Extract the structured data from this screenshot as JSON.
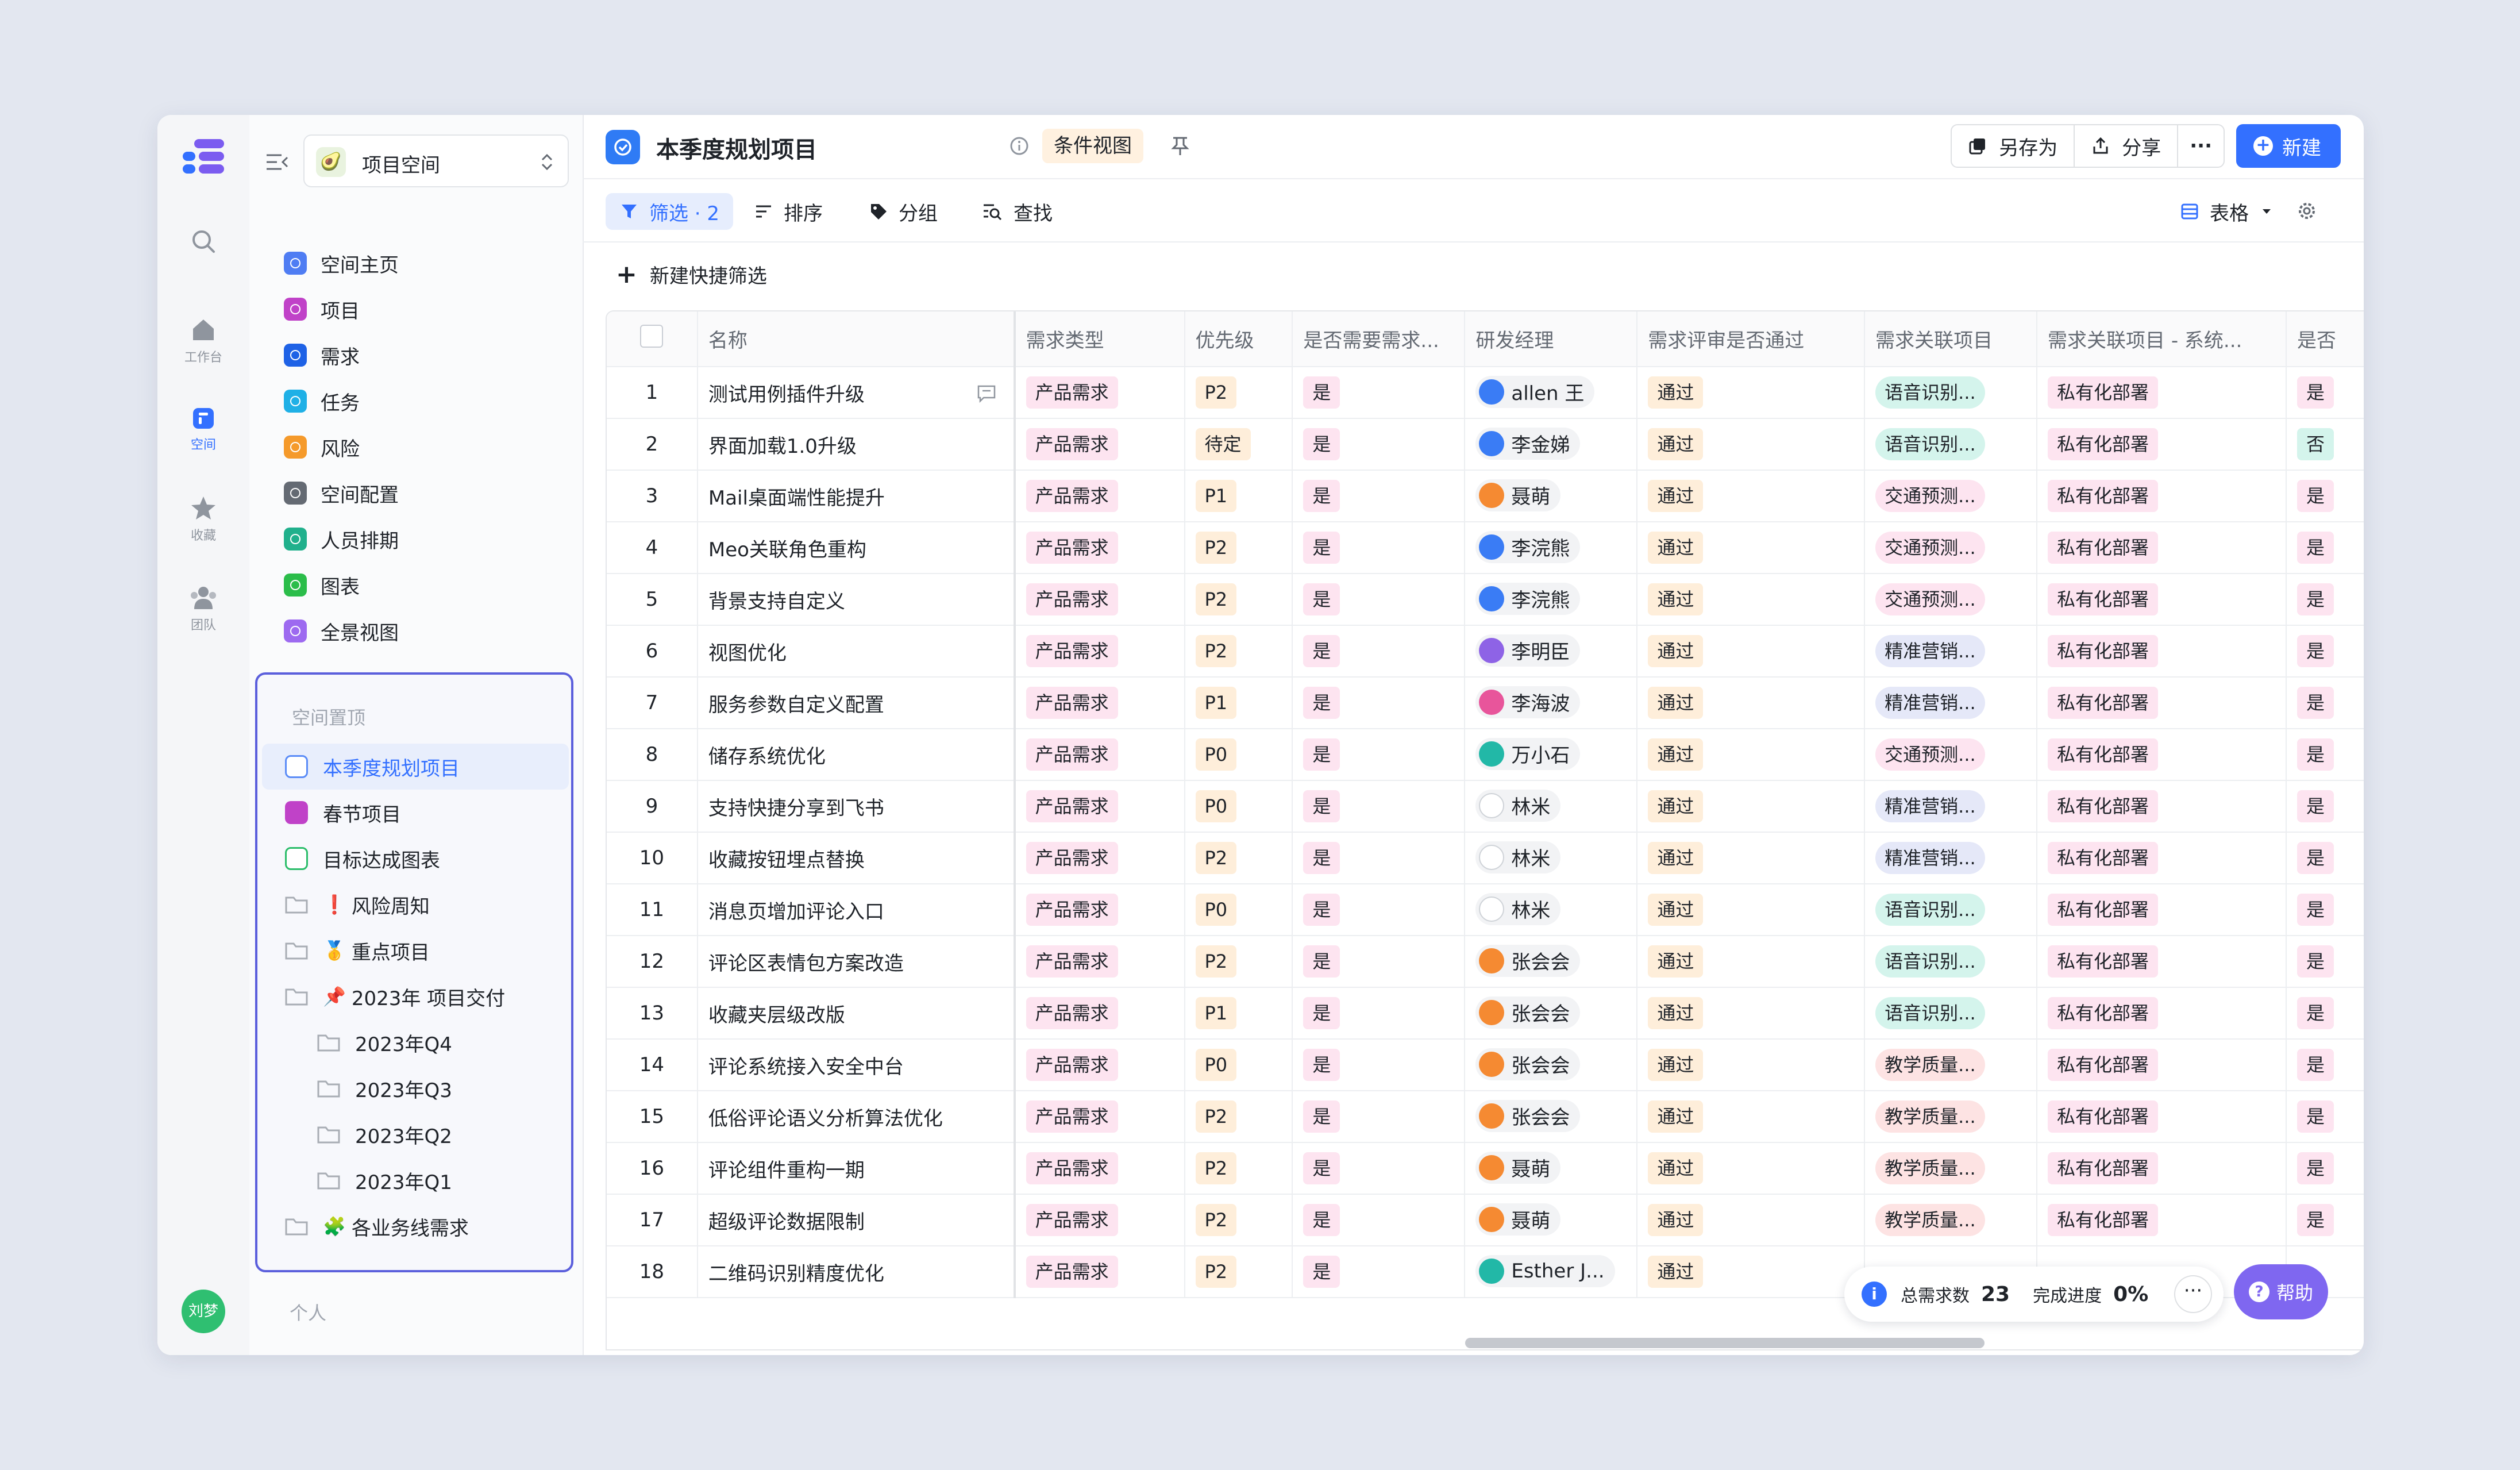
{
  "rail": {
    "items": [
      {
        "label": ""
      },
      {
        "label": "工作台"
      },
      {
        "label": "空间"
      },
      {
        "label": "收藏"
      },
      {
        "label": "团队"
      }
    ],
    "avatar": "刘梦"
  },
  "sidebar": {
    "space_name": "项目空间",
    "nav": [
      {
        "label": "空间主页",
        "color": "#4f7df3"
      },
      {
        "label": "项目",
        "color": "#c042c8"
      },
      {
        "label": "需求",
        "color": "#1e62e6"
      },
      {
        "label": "任务",
        "color": "#1fb0e6"
      },
      {
        "label": "风险",
        "color": "#f59a2b"
      },
      {
        "label": "空间配置",
        "color": "#646a73"
      },
      {
        "label": "人员排期",
        "color": "#20b08c"
      },
      {
        "label": "图表",
        "color": "#2bbd4a"
      },
      {
        "label": "全景视图",
        "color": "#9d6af0"
      }
    ],
    "pinned_title": "空间置顶",
    "pinned": [
      {
        "label": "本季度规划项目",
        "type": "view"
      },
      {
        "label": "春节项目",
        "type": "project"
      },
      {
        "label": "目标达成图表",
        "type": "chart"
      },
      {
        "label": "风险周知",
        "type": "folder",
        "emoji": "❗"
      },
      {
        "label": "重点项目",
        "type": "folder",
        "emoji": "🥇"
      },
      {
        "label": "2023年 项目交付",
        "type": "folder",
        "emoji": "📌"
      },
      {
        "label": "2023年Q4",
        "type": "subfolder"
      },
      {
        "label": "2023年Q3",
        "type": "subfolder"
      },
      {
        "label": "2023年Q2",
        "type": "subfolder"
      },
      {
        "label": "2023年Q1",
        "type": "subfolder"
      },
      {
        "label": "各业务线需求",
        "type": "folder",
        "emoji": "🧩"
      }
    ],
    "personal_title": "个人"
  },
  "header": {
    "title": "本季度规划项目",
    "view_tag": "条件视图",
    "save_as": "另存为",
    "share": "分享",
    "more": "···",
    "new": "新建"
  },
  "toolbar": {
    "filter": "筛选 · 2",
    "sort": "排序",
    "group": "分组",
    "find": "查找",
    "view_mode": "表格"
  },
  "quick_filter": "新建快捷筛选",
  "table": {
    "columns": [
      "名称",
      "需求类型",
      "优先级",
      "是否需要需求...",
      "研发经理",
      "需求评审是否通过",
      "需求关联项目",
      "需求关联项目 - 系统...",
      "是否"
    ],
    "rows": [
      {
        "no": "1",
        "name": "测试用例插件升级",
        "type": "产品需求",
        "priority": "P2",
        "need": "是",
        "manager": "allen 王",
        "avatar": "blue",
        "review": "通过",
        "project": "语音识别...",
        "project_color": "green",
        "system": "私有化部署",
        "last": "是"
      },
      {
        "no": "2",
        "name": "界面加载1.0升级",
        "type": "产品需求",
        "priority": "待定",
        "need": "是",
        "manager": "李金娣",
        "avatar": "blue",
        "review": "通过",
        "project": "语音识别...",
        "project_color": "green",
        "system": "私有化部署",
        "last": "否"
      },
      {
        "no": "3",
        "name": "Mail桌面端性能提升",
        "type": "产品需求",
        "priority": "P1",
        "need": "是",
        "manager": "聂萌",
        "avatar": "orange",
        "review": "通过",
        "project": "交通预测...",
        "project_color": "pink",
        "system": "私有化部署",
        "last": "是"
      },
      {
        "no": "4",
        "name": "Meo关联角色重构",
        "type": "产品需求",
        "priority": "P2",
        "need": "是",
        "manager": "李浣熊",
        "avatar": "blue",
        "review": "通过",
        "project": "交通预测...",
        "project_color": "pink",
        "system": "私有化部署",
        "last": "是"
      },
      {
        "no": "5",
        "name": "背景支持自定义",
        "type": "产品需求",
        "priority": "P2",
        "need": "是",
        "manager": "李浣熊",
        "avatar": "blue",
        "review": "通过",
        "project": "交通预测...",
        "project_color": "pink",
        "system": "私有化部署",
        "last": "是"
      },
      {
        "no": "6",
        "name": "视图优化",
        "type": "产品需求",
        "priority": "P2",
        "need": "是",
        "manager": "李明臣",
        "avatar": "purple",
        "review": "通过",
        "project": "精准营销...",
        "project_color": "lavender",
        "system": "私有化部署",
        "last": "是"
      },
      {
        "no": "7",
        "name": "服务参数自定义配置",
        "type": "产品需求",
        "priority": "P1",
        "need": "是",
        "manager": "李海波",
        "avatar": "pink",
        "review": "通过",
        "project": "精准营销...",
        "project_color": "lavender",
        "system": "私有化部署",
        "last": "是"
      },
      {
        "no": "8",
        "name": "储存系统优化",
        "type": "产品需求",
        "priority": "P0",
        "need": "是",
        "manager": "万小石",
        "avatar": "teal",
        "review": "通过",
        "project": "交通预测...",
        "project_color": "pink",
        "system": "私有化部署",
        "last": "是"
      },
      {
        "no": "9",
        "name": "支持快捷分享到飞书",
        "type": "产品需求",
        "priority": "P0",
        "need": "是",
        "manager": "林米",
        "avatar": "face",
        "review": "通过",
        "project": "精准营销...",
        "project_color": "lavender",
        "system": "私有化部署",
        "last": "是"
      },
      {
        "no": "10",
        "name": "收藏按钮埋点替换",
        "type": "产品需求",
        "priority": "P2",
        "need": "是",
        "manager": "林米",
        "avatar": "face",
        "review": "通过",
        "project": "精准营销...",
        "project_color": "lavender",
        "system": "私有化部署",
        "last": "是"
      },
      {
        "no": "11",
        "name": "消息页增加评论入口",
        "type": "产品需求",
        "priority": "P0",
        "need": "是",
        "manager": "林米",
        "avatar": "face",
        "review": "通过",
        "project": "语音识别...",
        "project_color": "green",
        "system": "私有化部署",
        "last": "是"
      },
      {
        "no": "12",
        "name": "评论区表情包方案改造",
        "type": "产品需求",
        "priority": "P2",
        "need": "是",
        "manager": "张会会",
        "avatar": "orange",
        "review": "通过",
        "project": "语音识别...",
        "project_color": "green",
        "system": "私有化部署",
        "last": "是"
      },
      {
        "no": "13",
        "name": "收藏夹层级改版",
        "type": "产品需求",
        "priority": "P1",
        "need": "是",
        "manager": "张会会",
        "avatar": "orange",
        "review": "通过",
        "project": "语音识别...",
        "project_color": "green",
        "system": "私有化部署",
        "last": "是"
      },
      {
        "no": "14",
        "name": "评论系统接入安全中台",
        "type": "产品需求",
        "priority": "P0",
        "need": "是",
        "manager": "张会会",
        "avatar": "orange",
        "review": "通过",
        "project": "教学质量...",
        "project_color": "rose",
        "system": "私有化部署",
        "last": "是"
      },
      {
        "no": "15",
        "name": "低俗评论语义分析算法优化",
        "type": "产品需求",
        "priority": "P2",
        "need": "是",
        "manager": "张会会",
        "avatar": "orange",
        "review": "通过",
        "project": "教学质量...",
        "project_color": "rose",
        "system": "私有化部署",
        "last": "是"
      },
      {
        "no": "16",
        "name": "评论组件重构一期",
        "type": "产品需求",
        "priority": "P2",
        "need": "是",
        "manager": "聂萌",
        "avatar": "orange",
        "review": "通过",
        "project": "教学质量...",
        "project_color": "rose",
        "system": "私有化部署",
        "last": "是"
      },
      {
        "no": "17",
        "name": "超级评论数据限制",
        "type": "产品需求",
        "priority": "P2",
        "need": "是",
        "manager": "聂萌",
        "avatar": "orange",
        "review": "通过",
        "project": "教学质量...",
        "project_color": "rose",
        "system": "私有化部署",
        "last": "是"
      },
      {
        "no": "18",
        "name": "二维码识别精度优化",
        "type": "产品需求",
        "priority": "P2",
        "need": "是",
        "manager": "Esther J...",
        "avatar": "teal",
        "review": "通过",
        "project": "",
        "project_color": "none",
        "system": "",
        "last": ""
      }
    ]
  },
  "stats": {
    "total_label": "总需求数",
    "total_value": "23",
    "progress_label": "完成进度",
    "progress_value": "0%"
  },
  "help": "帮助",
  "colors": {
    "accent": "#3370ff",
    "pinned_border": "#5b5fdc",
    "help": "#7f67f0"
  }
}
